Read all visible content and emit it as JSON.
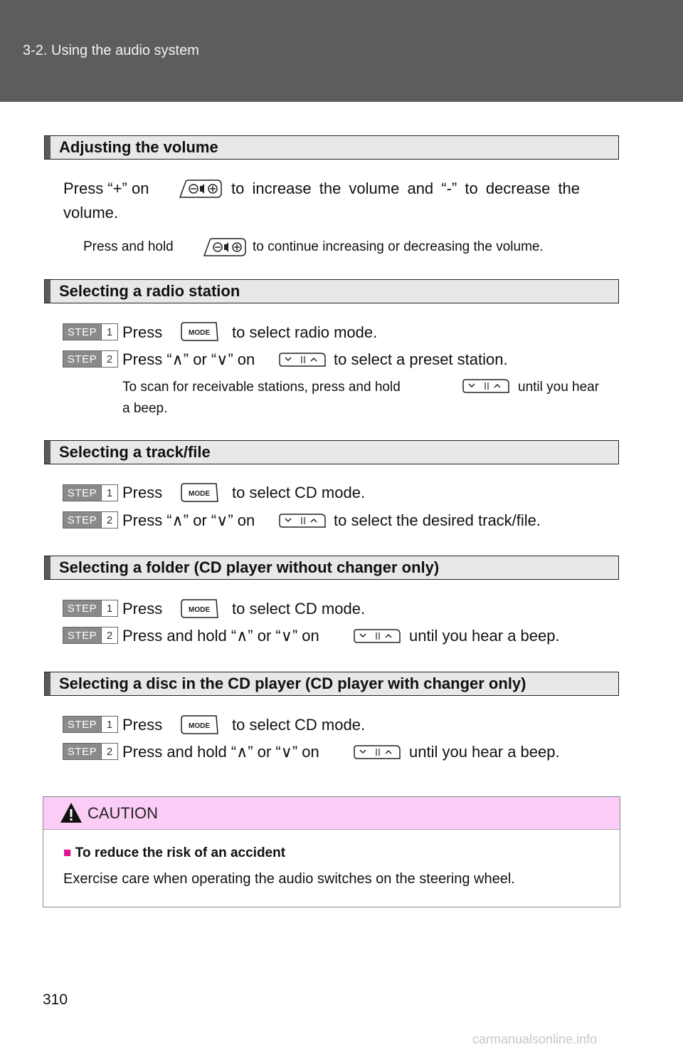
{
  "header": {
    "section": "3-2. Using the audio system"
  },
  "sections": {
    "volume": {
      "title": "Adjusting the volume",
      "line1a": "Press “+” on",
      "line1b": "to increase the volume and “-” to decrease the",
      "line2": "volume.",
      "note_a": "Press and hold",
      "note_b": "to continue increasing or decreasing the volume."
    },
    "radio": {
      "title": "Selecting a radio station",
      "step1_label": "STEP",
      "step1_num": "1",
      "step1_a": "Press",
      "step1_b": "to select radio mode.",
      "step2_label": "STEP",
      "step2_num": "2",
      "step2_a": "Press “∧” or “∨” on",
      "step2_b": "to select a preset station.",
      "note_a": "To scan for receivable stations, press and hold",
      "note_b": "until you hear",
      "note_c": "a beep."
    },
    "track": {
      "title": "Selecting a track/file",
      "step1_label": "STEP",
      "step1_num": "1",
      "step1_a": "Press",
      "step1_b": "to select CD mode.",
      "step2_label": "STEP",
      "step2_num": "2",
      "step2_a": "Press “∧” or “∨” on",
      "step2_b": "to select the desired track/file."
    },
    "folder": {
      "title": "Selecting a folder (CD player without changer only)",
      "step1_label": "STEP",
      "step1_num": "1",
      "step1_a": "Press",
      "step1_b": "to select CD mode.",
      "step2_label": "STEP",
      "step2_num": "2",
      "step2_a": "Press and hold “∧” or “∨” on",
      "step2_b": "until you hear a beep."
    },
    "disc": {
      "title": "Selecting a disc in the CD player (CD player with changer only)",
      "step1_label": "STEP",
      "step1_num": "1",
      "step1_a": "Press",
      "step1_b": "to select CD mode.",
      "step2_label": "STEP",
      "step2_num": "2",
      "step2_a": "Press and hold “∧” or “∨” on",
      "step2_b": "until you hear a beep."
    }
  },
  "caution": {
    "title": "CAUTION",
    "item_title": "To reduce the risk of an accident",
    "item_text": "Exercise care when operating the audio switches on the steering wheel."
  },
  "icons": {
    "mode_label": "MODE",
    "bullet": "■"
  },
  "footer": {
    "page_number": "310",
    "watermark": "carmanualsonline.info"
  },
  "colors": {
    "header_bg": "#5d5d5d",
    "caution_bg": "#fbcdf6",
    "bullet": "#e0158c"
  }
}
